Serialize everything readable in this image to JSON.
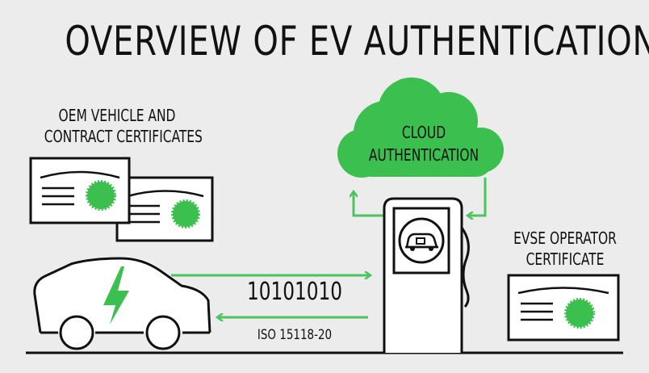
{
  "title": "OVERVIEW OF EV AUTHENTICATION",
  "labels": {
    "oem_line1": "OEM VEHICLE AND",
    "oem_line2": "CONTRACT CERTIFICATES",
    "cloud_line1": "CLOUD",
    "cloud_line2": "AUTHENTICATION",
    "evse_line1": "EVSE OPERATOR",
    "evse_line2": "CERTIFICATE",
    "binary": "10101010",
    "protocol": "ISO 15118-20"
  },
  "icons": {
    "vehicle": "car-icon",
    "bolt": "lightning-bolt-icon",
    "charger": "charging-station-icon",
    "charger_screen": "ev-plug-car-icon",
    "cloud": "cloud-icon",
    "certificate": "certificate-icon",
    "seal": "certificate-seal-icon"
  },
  "colors": {
    "background": "#ececec",
    "accent_green": "#3bbf4f",
    "arrow_green": "#4cc45e",
    "line": "#111111"
  }
}
